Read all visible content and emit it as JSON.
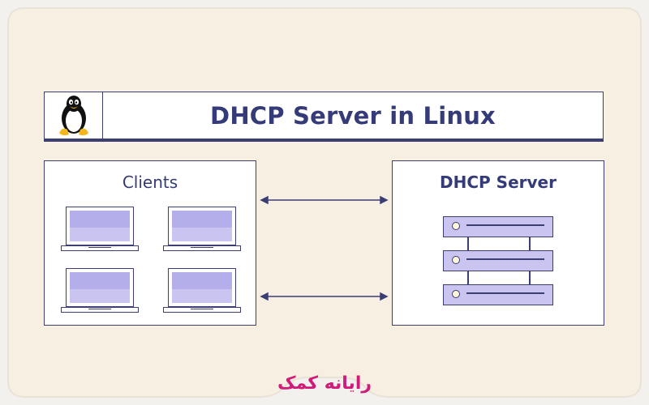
{
  "title": "DHCP Server in Linux",
  "clients_panel": {
    "title": "Clients",
    "laptop_count": 4
  },
  "server_panel": {
    "title": "DHCP Server",
    "server_unit_count": 3
  },
  "brand": "رایانه کمک",
  "colors": {
    "page_background": "#f3f1ee",
    "card_background": "#f8efe3",
    "outline": "#3b3d73",
    "title_text": "#353a78",
    "screen_fill": "#c9c5f0",
    "brand": "#d11b79"
  },
  "icons": [
    "tux-penguin-icon",
    "laptop-icon",
    "server-rack-icon",
    "double-arrow-icon"
  ]
}
